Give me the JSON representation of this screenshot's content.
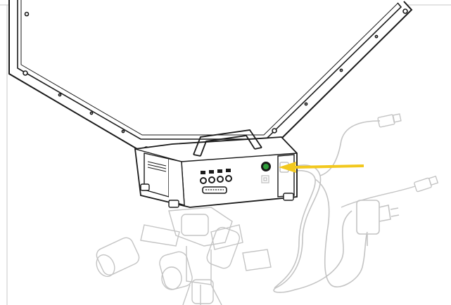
{
  "figure": {
    "description_hidden": "",
    "colors": {
      "outline": "#1a1a1a",
      "ghost": "#c4c4c4",
      "arrow": "#f2c81e",
      "led": "#2e9e3a",
      "panel_fill": "#ffffff"
    },
    "icons": [
      "hexagonal-frame",
      "device-housing",
      "carry-handle",
      "connector-ports",
      "power-switch",
      "power-arrow",
      "power-cable",
      "usb-cable",
      "wall-adapter",
      "tripod-mount"
    ]
  }
}
